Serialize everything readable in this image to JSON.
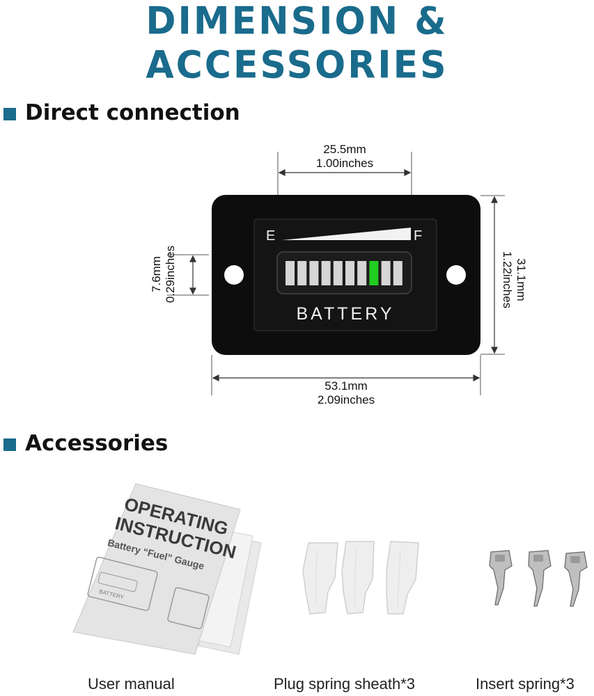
{
  "banner": {
    "title": "DIMENSION & ACCESSORIES"
  },
  "section_direct": {
    "title": "Direct connection"
  },
  "section_accessories": {
    "title": "Accessories"
  },
  "dimensions": {
    "top_mm": "25.5mm",
    "top_in": "1.00inches",
    "bottom_mm": "53.1mm",
    "bottom_in": "2.09inches",
    "left_mm": "7.6mm",
    "left_in": "0.29inches",
    "right_mm": "31.1mm",
    "right_in": "1.22inches"
  },
  "gauge": {
    "empty_label": "E",
    "full_label": "F",
    "name": "BATTERY",
    "segments_total": 10,
    "lit_segment": 8,
    "lit_color": "#22cc22"
  },
  "manual": {
    "line1": "OPERATING",
    "line2": "INSTRUCTION",
    "subtitle": "Battery “Fuel” Gauge",
    "mini_label": "BATTERY"
  },
  "accessories": [
    {
      "caption": "User manual"
    },
    {
      "caption": "Plug spring sheath*3"
    },
    {
      "caption": "Insert spring*3"
    }
  ]
}
